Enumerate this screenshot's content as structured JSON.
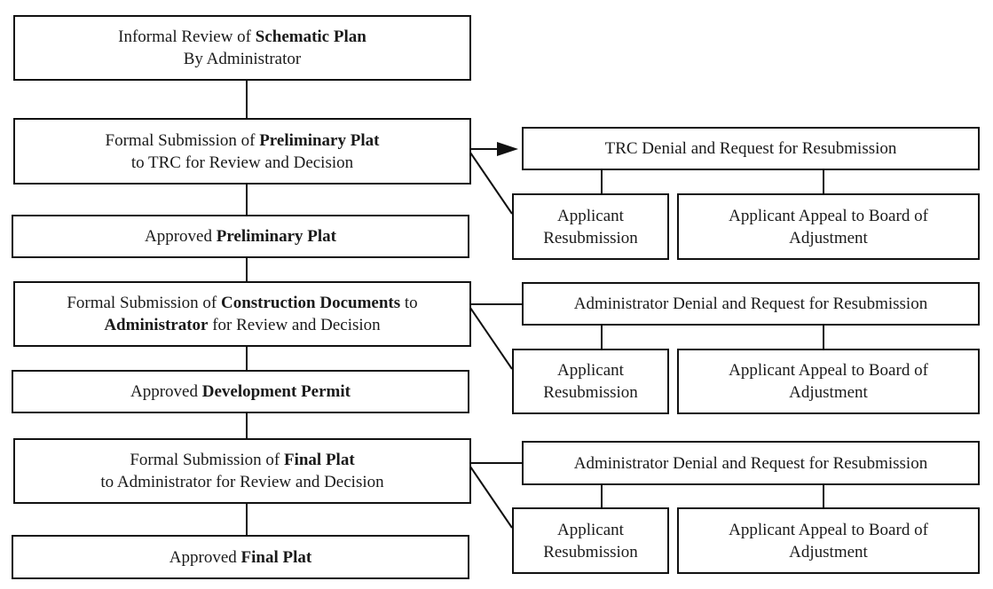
{
  "boxes": {
    "schematic": {
      "l1a": "Informal Review of ",
      "l1b": "Schematic Plan",
      "l2": "By Administrator"
    },
    "prelim_submit": {
      "l1a": "Formal Submission of ",
      "l1b": "Preliminary Plat",
      "l2": "to TRC for Review and Decision"
    },
    "prelim_approved": {
      "a": "Approved ",
      "b": "Preliminary Plat"
    },
    "construction_submit": {
      "l1a": "Formal Submission of ",
      "l1b": "Construction Documents",
      "l1c": " to",
      "l2a": "Administrator",
      "l2b": " for Review and Decision"
    },
    "dev_permit": {
      "a": "Approved ",
      "b": "Development Permit"
    },
    "final_submit": {
      "l1a": "Formal Submission of ",
      "l1b": "Final Plat",
      "l2": "to Administrator for Review and Decision"
    },
    "final_approved": {
      "a": "Approved ",
      "b": "Final Plat"
    }
  },
  "branches": [
    {
      "denial": "TRC Denial and Request for Resubmission",
      "resubmit_l1": "Applicant",
      "resubmit_l2": "Resubmission",
      "appeal_l1": "Applicant Appeal to Board of",
      "appeal_l2": "Adjustment"
    },
    {
      "denial": "Administrator Denial and Request for Resubmission",
      "resubmit_l1": "Applicant",
      "resubmit_l2": "Resubmission",
      "appeal_l1": "Applicant Appeal to Board of",
      "appeal_l2": "Adjustment"
    },
    {
      "denial": "Administrator Denial and Request for Resubmission",
      "resubmit_l1": "Applicant",
      "resubmit_l2": "Resubmission",
      "appeal_l1": "Applicant Appeal to Board of",
      "appeal_l2": "Adjustment"
    }
  ]
}
